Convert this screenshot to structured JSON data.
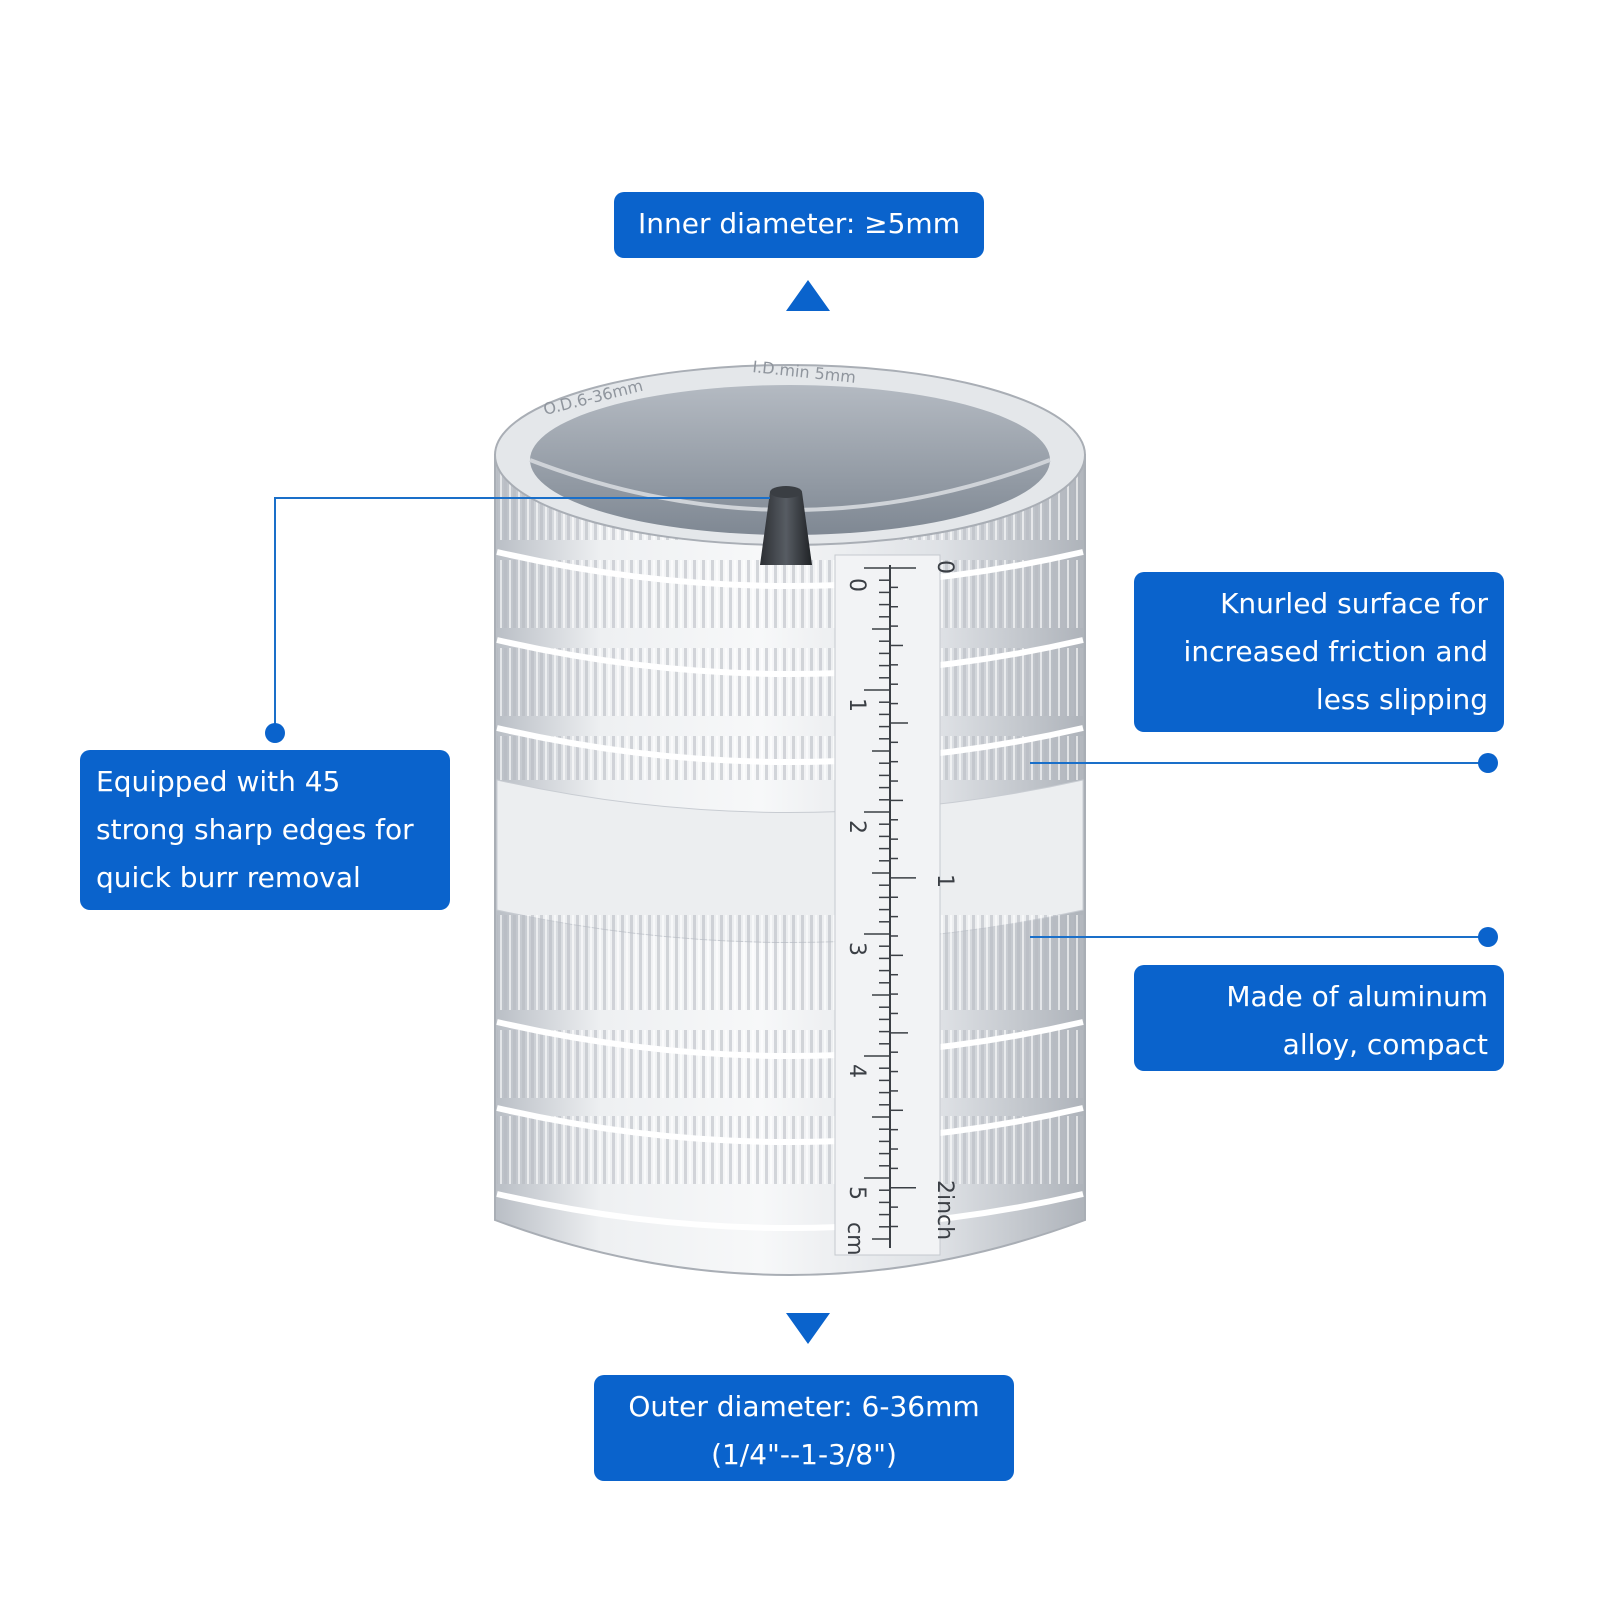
{
  "callouts": {
    "inner_diameter": "Inner diameter: ≥5mm",
    "burr_edges": [
      "Equipped with 45",
      "strong sharp edges for",
      "quick burr removal"
    ],
    "knurled": [
      "Knurled surface for",
      "increased friction and",
      "less slipping"
    ],
    "aluminum": [
      "Made of aluminum",
      "alloy, compact"
    ],
    "outer_diameter": [
      "Outer diameter: 6-36mm",
      "(1/4\"--1-3/8\")"
    ]
  },
  "product": {
    "rim_od_text": "O.D.6-36mm",
    "rim_id_text": "I.D.min 5mm",
    "cm_labels": [
      "0",
      "1",
      "2",
      "3",
      "4",
      "5"
    ],
    "cm_unit": "cm",
    "inch_labels": [
      "0",
      "1",
      "2inch"
    ]
  },
  "colors": {
    "callout_bg": "#0a63cc",
    "leader_line": "#1a6fc9",
    "body_silver": "#d9dde2"
  }
}
